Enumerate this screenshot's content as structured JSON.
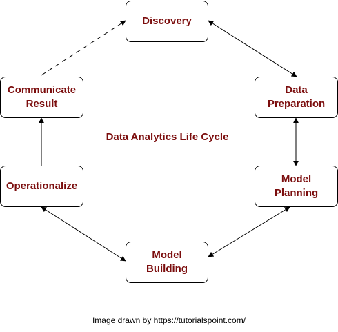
{
  "diagram": {
    "title": "Data Analytics Life Cycle",
    "nodes": {
      "discovery": "Discovery",
      "data_preparation": "Data\nPreparation",
      "model_planning": "Model\nPlanning",
      "model_building": "Model\nBuilding",
      "operationalize": "Operationalize",
      "communicate_result": "Communicate\nResult"
    },
    "edges": [
      {
        "from": "discovery",
        "to": "data_preparation",
        "style": "solid",
        "arrows": "both"
      },
      {
        "from": "data_preparation",
        "to": "model_planning",
        "style": "solid",
        "arrows": "both"
      },
      {
        "from": "model_planning",
        "to": "model_building",
        "style": "solid",
        "arrows": "both"
      },
      {
        "from": "model_building",
        "to": "operationalize",
        "style": "solid",
        "arrows": "both"
      },
      {
        "from": "operationalize",
        "to": "communicate_result",
        "style": "solid",
        "arrows": "end"
      },
      {
        "from": "communicate_result",
        "to": "discovery",
        "style": "dashed",
        "arrows": "end"
      }
    ]
  },
  "credit": "Image drawn by https://tutorialspoint.com/",
  "colors": {
    "node_text": "#7b0d0d",
    "border": "#000000",
    "background": "#ffffff"
  }
}
